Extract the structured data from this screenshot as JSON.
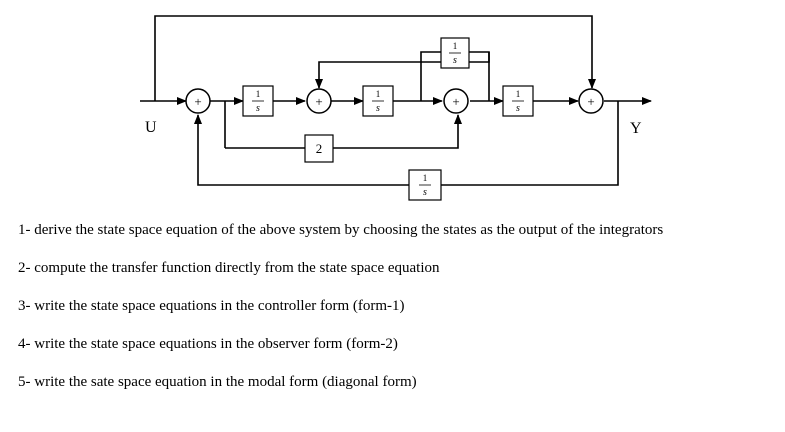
{
  "diagram": {
    "input_label": "U",
    "output_label": "Y",
    "sum_sign": "+",
    "integrator": {
      "numerator": "1",
      "denominator": "s"
    },
    "gain_label": "2"
  },
  "questions": [
    "1- derive the state space equation of the above system by choosing the states as the output of the integrators",
    "2- compute the transfer function directly from the state space equation",
    "3- write the state space equations in the controller form (form-1)",
    "4- write the state space equations in the observer form (form-2)",
    "5- write the sate space equation in the modal form (diagonal form)"
  ]
}
